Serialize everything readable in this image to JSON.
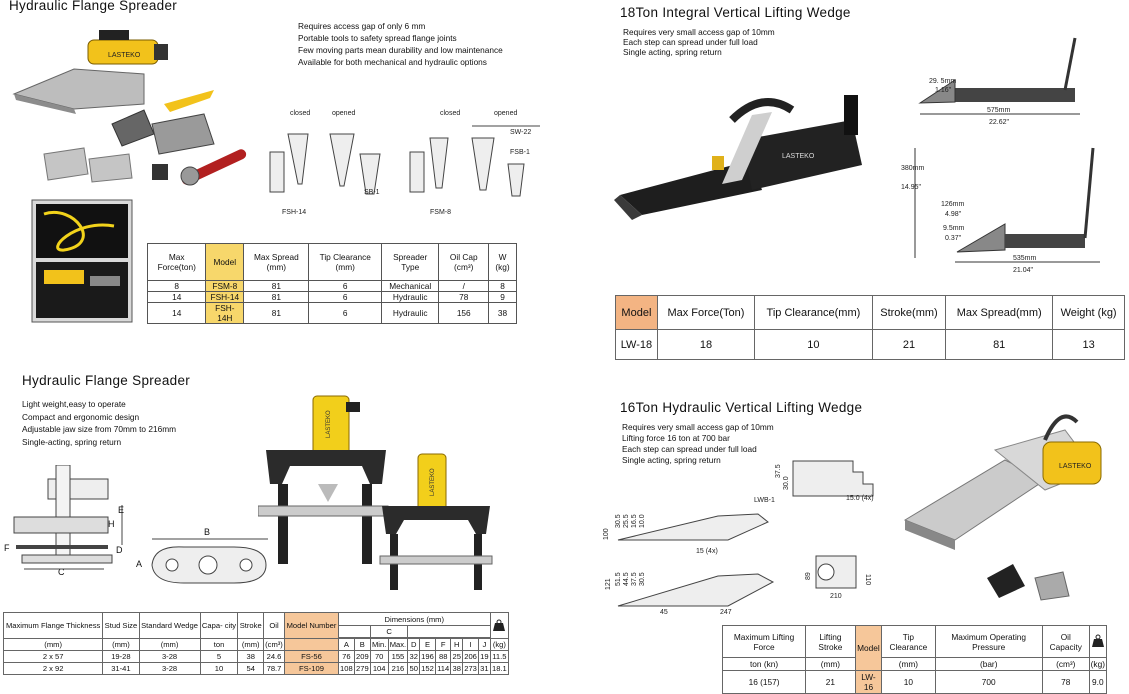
{
  "s1": {
    "title": "Hydraulic Flange Spreader",
    "bullets": [
      "Requires access gap of only 6 mm",
      "Portable tools to safety spread flange joints",
      "Few moving parts mean durability and low maintenance",
      "Available for both mechanical and hydraulic options"
    ],
    "brand": "LASTEKO",
    "diagram_labels": {
      "closed_a": "closed",
      "opened_a": "opened",
      "fsh14": "FSH-14",
      "sb1": "SB-1",
      "closed_b": "closed",
      "opened_b": "opened",
      "fsm8": "FSM-8",
      "sw22": "SW-22",
      "fsb1": "FSB-1"
    },
    "table": {
      "headers": [
        "Max Force(ton)",
        "Model",
        "Max Spread (mm)",
        "Tip Clearance (mm)",
        "Spreader Type",
        "Oil Cap (cm³)",
        "W (kg)"
      ],
      "rows": [
        [
          "8",
          "FSM-8",
          "81",
          "6",
          "Mechanical",
          "/",
          "8"
        ],
        [
          "14",
          "FSH-14",
          "81",
          "6",
          "Hydraulic",
          "78",
          "9"
        ],
        [
          "14",
          "FSH-14H",
          "81",
          "6",
          "Hydraulic",
          "156",
          "38"
        ]
      ]
    }
  },
  "s2": {
    "title": "18Ton Integral Vertical Lifting Wedge",
    "bullets": [
      "Requires very small access gap of 10mm",
      "Each step can spread under full load",
      "Single acting, spring return"
    ],
    "brand": "LASTEKO",
    "dims": {
      "a": "29. 5mm",
      "a_in": "1.16\"",
      "b": "575mm",
      "b_in": "22.62\"",
      "h": "380mm",
      "h_in": "14.95\"",
      "c": "126mm",
      "c_in": "4.98\"",
      "d": "9.5mm",
      "d_in": "0.37\"",
      "e": "535mm",
      "e_in": "21.04\""
    },
    "table": {
      "headers": [
        "Model",
        "Max Force(Ton)",
        "Tip Clearance(mm)",
        "Stroke(mm)",
        "Max Spread(mm)",
        "Weight (kg)"
      ],
      "row": [
        "LW-18",
        "18",
        "10",
        "21",
        "81",
        "13"
      ]
    }
  },
  "s3": {
    "title": "Hydraulic Flange Spreader",
    "bullets": [
      "Light weight,easy to operate",
      "Compact and ergonomic design",
      "Adjustable jaw size from 70mm to 216mm",
      "Single-acting, spring return"
    ],
    "brand": "LASTEKO",
    "diagram_labels": {
      "e": "E",
      "h": "H",
      "f": "F",
      "d": "D",
      "c": "C",
      "b": "B",
      "a": "A"
    },
    "table": {
      "h": {
        "thick": "Maximum Flange Thickness",
        "stud": "Stud Size",
        "wedge": "Standard Wedge",
        "cap": "Capa- city",
        "stroke": "Stroke",
        "oil": "Oil",
        "model": "Model Number",
        "dims": "Dimensions (mm)",
        "c": "C"
      },
      "units": [
        "(mm)",
        "(mm)",
        "(mm)",
        "ton",
        "(mm)",
        "(cm³)"
      ],
      "dim_cols": [
        "A",
        "B",
        "Min.",
        "Max.",
        "D",
        "E",
        "F",
        "H",
        "I",
        "J"
      ],
      "w_unit": "(kg)",
      "rows": [
        [
          "2 x 57",
          "19-28",
          "3-28",
          "5",
          "38",
          "24.6",
          "FS-56",
          "76",
          "209",
          "70",
          "155",
          "32",
          "196",
          "88",
          "25",
          "206",
          "19",
          "11.5"
        ],
        [
          "2 x 92",
          "31-41",
          "3-28",
          "10",
          "54",
          "78.7",
          "FS-109",
          "108",
          "279",
          "104",
          "216",
          "50",
          "152",
          "114",
          "38",
          "273",
          "31",
          "18.1"
        ]
      ]
    }
  },
  "s4": {
    "title": "16Ton Hydraulic Vertical Lifting Wedge",
    "bullets": [
      "Requires very small access gap of 10mm",
      "Lifting force 16 ton at 700 bar",
      "Each step can spread under full load",
      "Single acting, spring return"
    ],
    "brand": "LASTEKO",
    "dims": {
      "d375": "37.5",
      "d30": "30.0",
      "lwb": "LWB-1",
      "d15": "15.0 (4x)",
      "d100": "100",
      "d305": "30.5",
      "d255": "25.5",
      "d165": "16.5",
      "d10": "10.0",
      "d15x": "15 (4x)",
      "d121": "121",
      "d515": "51.5",
      "d445": "44.5",
      "d375b": "37.5",
      "d305b": "30.5",
      "d45": "45",
      "d247": "247",
      "d89": "89",
      "d110": "110",
      "d210": "210"
    },
    "table": {
      "headers": [
        "Maximum Lifting Force",
        "Lifting Stroke",
        "Model",
        "Tip Clearance",
        "Maximum Operating Pressure",
        "Oil Capacity"
      ],
      "units": [
        "ton (kn)",
        "(mm)",
        "(mm)",
        "(bar)",
        "(cm³)",
        "(kg)"
      ],
      "row": [
        "16 (157)",
        "21",
        "LW-16",
        "10",
        "700",
        "78",
        "9.0"
      ]
    }
  }
}
